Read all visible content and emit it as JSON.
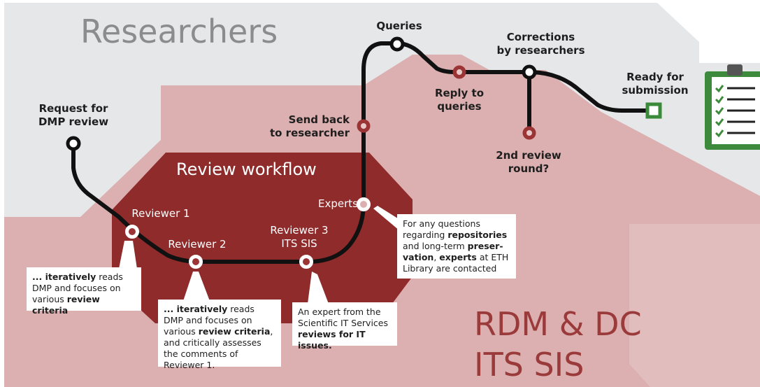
{
  "colors": {
    "background_light": "#e6e8ea",
    "area_pink": "#dcaeae",
    "area_pink_light": "#e9c7c7",
    "workflow_red": "#8e2a2a",
    "line": "#111111",
    "stop_red": "#9b3434",
    "ready_green": "#3a8a3a"
  },
  "regions": {
    "researchers": "Researchers",
    "review_workflow": "Review workflow",
    "rdm_dc": "RDM & DC",
    "its_sis": "ITS SIS"
  },
  "stops": {
    "request": "Request for\nDMP review",
    "reviewer1": "Reviewer 1",
    "reviewer2": "Reviewer 2",
    "reviewer3": "Reviewer 3\nITS SIS",
    "experts": "Experts",
    "send_back": "Send back\nto researcher",
    "queries": "Queries",
    "reply": "Reply to\nqueries",
    "corrections": "Corrections\nby researchers",
    "second_round": "2nd review\nround?",
    "ready": "Ready for\nsubmission"
  },
  "notes": {
    "reviewer1": {
      "parts": [
        {
          "text": "... ",
          "bold": true
        },
        {
          "text": "iteratively",
          "bold": true
        },
        {
          "text": " reads DMP and focuses on various ",
          "bold": false
        },
        {
          "text": "review criteria",
          "bold": true
        }
      ]
    },
    "reviewer2": {
      "parts": [
        {
          "text": "... ",
          "bold": true
        },
        {
          "text": "iteratively",
          "bold": true
        },
        {
          "text": " reads DMP and focuses on various ",
          "bold": false
        },
        {
          "text": "review criteria",
          "bold": true
        },
        {
          "text": ", and critically assesses the comments of Reviewer 1.",
          "bold": false
        }
      ]
    },
    "reviewer3": {
      "parts": [
        {
          "text": "An expert from the Scientific IT Services ",
          "bold": false
        },
        {
          "text": "reviews for IT issues.",
          "bold": true
        }
      ]
    },
    "experts": {
      "parts": [
        {
          "text": "For any questions regarding ",
          "bold": false
        },
        {
          "text": "repositories",
          "bold": true
        },
        {
          "text": " and long-term ",
          "bold": false
        },
        {
          "text": "preser-vation",
          "bold": true
        },
        {
          "text": ", ",
          "bold": false
        },
        {
          "text": "experts",
          "bold": true
        },
        {
          "text": " at ETH Library are contacted",
          "bold": false
        }
      ]
    }
  },
  "icons": {
    "checklist": "clipboard-checklist-icon"
  }
}
